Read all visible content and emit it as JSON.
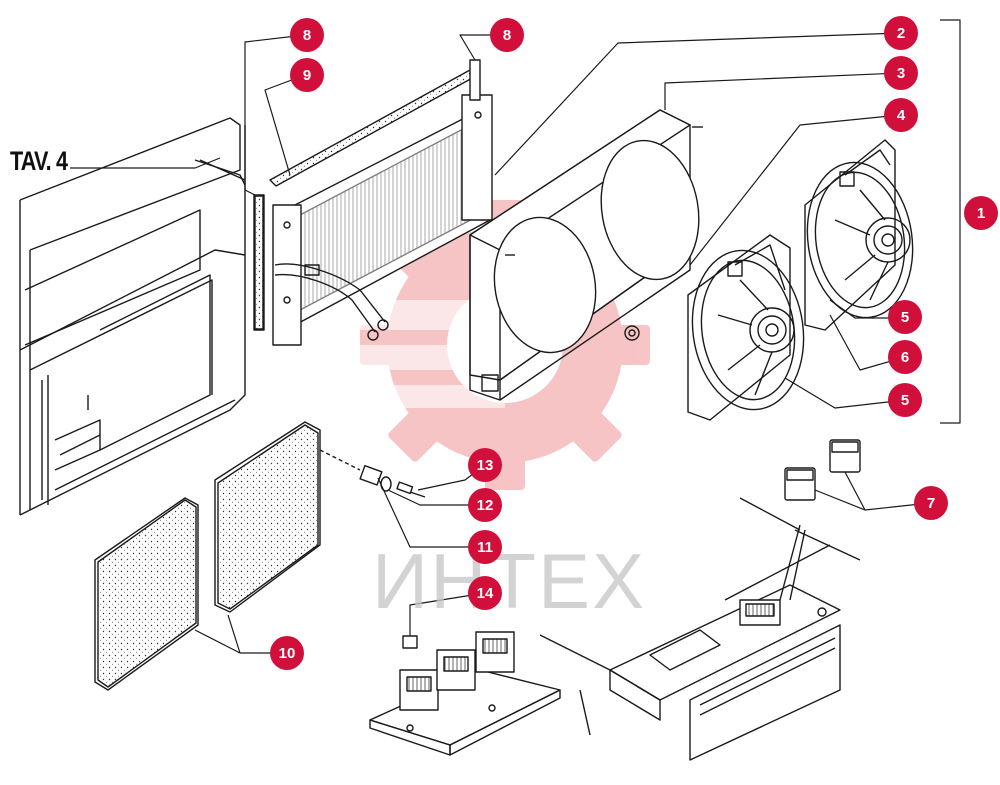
{
  "title": "TAV. 4",
  "watermark": "ИНТЕХ",
  "colors": {
    "accent": "#d0103a",
    "watermark": "#e85a5a",
    "line": "#1a1a1a"
  },
  "callouts": [
    "1",
    "2",
    "3",
    "4",
    "5",
    "6",
    "5",
    "7",
    "8",
    "8",
    "9",
    "10",
    "11",
    "12",
    "13",
    "14"
  ]
}
